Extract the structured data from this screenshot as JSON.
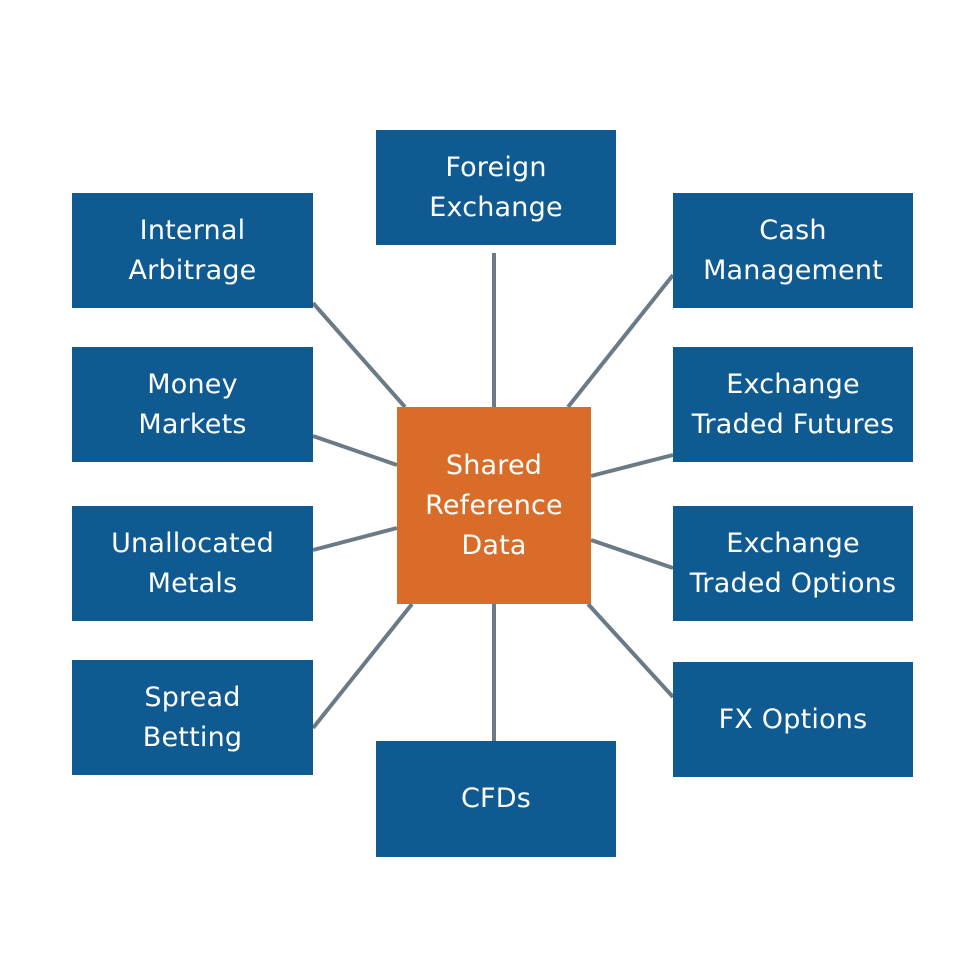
{
  "colors": {
    "satellite_fill": "#0f5a91",
    "hub_fill": "#d96c28",
    "connector": "#6b7b85",
    "text": "#ffffff",
    "background": "#ffffff"
  },
  "hub": {
    "lines": [
      "Shared",
      "Reference",
      "Data"
    ]
  },
  "satellites": {
    "foreign_exchange": {
      "lines": [
        "Foreign",
        "Exchange"
      ]
    },
    "internal_arbitrage": {
      "lines": [
        "Internal",
        "Arbitrage"
      ]
    },
    "cash_management": {
      "lines": [
        "Cash",
        "Management"
      ]
    },
    "money_markets": {
      "lines": [
        "Money",
        "Markets"
      ]
    },
    "exchange_traded_futures": {
      "lines": [
        "Exchange",
        "Traded Futures"
      ]
    },
    "unallocated_metals": {
      "lines": [
        "Unallocated",
        "Metals"
      ]
    },
    "exchange_traded_options": {
      "lines": [
        "Exchange",
        "Traded Options"
      ]
    },
    "spread_betting": {
      "lines": [
        "Spread",
        "Betting"
      ]
    },
    "fx_options": {
      "lines": [
        "FX Options"
      ]
    },
    "cfds": {
      "lines": [
        "CFDs"
      ]
    }
  }
}
